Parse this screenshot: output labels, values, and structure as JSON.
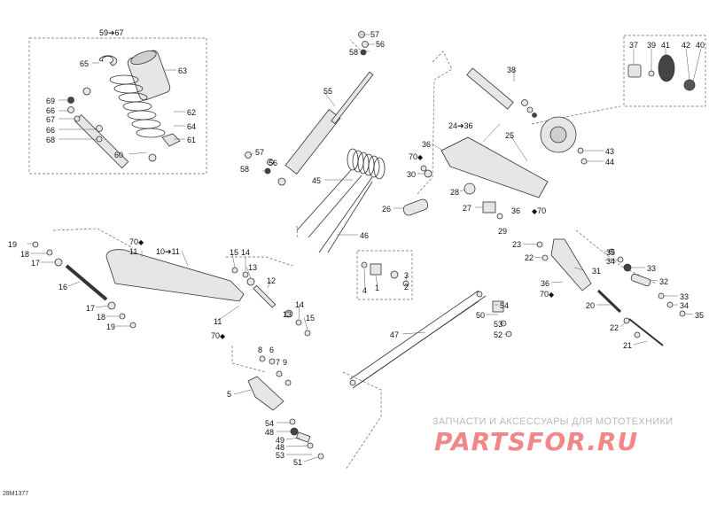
{
  "diagram": {
    "drawing_code": "28M1377",
    "watermark_ru": "ЗАПЧАСТИ И АКСЕССУАРЫ ДЛЯ МОТОТЕХНИКИ",
    "watermark_logo": "PARTSFOR.RU",
    "oil_symbol": "◆",
    "colors": {
      "line": "#333333",
      "dash": "#666666",
      "part_fill": "#e6e6e6",
      "part_dark": "#444444",
      "logo": "#f16a6a",
      "watermark": "#b9b9b9"
    },
    "callouts": [
      {
        "id": "c59",
        "label": "59➔67"
      },
      {
        "id": "c65",
        "label": "65"
      },
      {
        "id": "c63",
        "label": "63"
      },
      {
        "id": "c69",
        "label": "69"
      },
      {
        "id": "c66a",
        "label": "66"
      },
      {
        "id": "c67",
        "label": "67"
      },
      {
        "id": "c66b",
        "label": "66"
      },
      {
        "id": "c68",
        "label": "68"
      },
      {
        "id": "c62",
        "label": "62"
      },
      {
        "id": "c64",
        "label": "64"
      },
      {
        "id": "c61",
        "label": "61"
      },
      {
        "id": "c60",
        "label": "60"
      },
      {
        "id": "c57a",
        "label": "57"
      },
      {
        "id": "c56a",
        "label": "56"
      },
      {
        "id": "c58a",
        "label": "58"
      },
      {
        "id": "c55",
        "label": "55"
      },
      {
        "id": "c57b",
        "label": "57"
      },
      {
        "id": "c56b",
        "label": "56"
      },
      {
        "id": "c58b",
        "label": "58"
      },
      {
        "id": "c45",
        "label": "45"
      },
      {
        "id": "c26",
        "label": "26"
      },
      {
        "id": "c46",
        "label": "46"
      },
      {
        "id": "c38",
        "label": "38"
      },
      {
        "id": "c37",
        "label": "37"
      },
      {
        "id": "c39",
        "label": "39"
      },
      {
        "id": "c41",
        "label": "41"
      },
      {
        "id": "c42",
        "label": "42"
      },
      {
        "id": "c40",
        "label": "40"
      },
      {
        "id": "c24",
        "label": "24➔36"
      },
      {
        "id": "c25",
        "label": "25"
      },
      {
        "id": "c36a",
        "label": "36"
      },
      {
        "id": "c70a",
        "label": "70"
      },
      {
        "id": "c30",
        "label": "30"
      },
      {
        "id": "c28",
        "label": "28"
      },
      {
        "id": "c27",
        "label": "27"
      },
      {
        "id": "c36b",
        "label": "36"
      },
      {
        "id": "c70b",
        "label": "70"
      },
      {
        "id": "c29",
        "label": "29"
      },
      {
        "id": "c43",
        "label": "43"
      },
      {
        "id": "c44",
        "label": "44"
      },
      {
        "id": "c19a",
        "label": "19"
      },
      {
        "id": "c18a",
        "label": "18"
      },
      {
        "id": "c17a",
        "label": "17"
      },
      {
        "id": "c16",
        "label": "16"
      },
      {
        "id": "c17b",
        "label": "17"
      },
      {
        "id": "c18b",
        "label": "18"
      },
      {
        "id": "c19b",
        "label": "19"
      },
      {
        "id": "c70c",
        "label": "70"
      },
      {
        "id": "c11a",
        "label": "11"
      },
      {
        "id": "c10",
        "label": "10➔11"
      },
      {
        "id": "c15a",
        "label": "15"
      },
      {
        "id": "c14a",
        "label": "14"
      },
      {
        "id": "c13",
        "label": "13"
      },
      {
        "id": "c12",
        "label": "12"
      },
      {
        "id": "c13b",
        "label": "13"
      },
      {
        "id": "c14b",
        "label": "14"
      },
      {
        "id": "c15b",
        "label": "15"
      },
      {
        "id": "c11b",
        "label": "11"
      },
      {
        "id": "c70d",
        "label": "70"
      },
      {
        "id": "c4",
        "label": "4"
      },
      {
        "id": "c1",
        "label": "1"
      },
      {
        "id": "c3",
        "label": "3"
      },
      {
        "id": "c2",
        "label": "2"
      },
      {
        "id": "c23",
        "label": "23"
      },
      {
        "id": "c22a",
        "label": "22"
      },
      {
        "id": "c35a",
        "label": "35"
      },
      {
        "id": "c34a",
        "label": "34"
      },
      {
        "id": "c33a",
        "label": "33"
      },
      {
        "id": "c31",
        "label": "31"
      },
      {
        "id": "c36c",
        "label": "36"
      },
      {
        "id": "c70e",
        "label": "70"
      },
      {
        "id": "c32",
        "label": "32"
      },
      {
        "id": "c33b",
        "label": "33"
      },
      {
        "id": "c34b",
        "label": "34"
      },
      {
        "id": "c35b",
        "label": "35"
      },
      {
        "id": "c20",
        "label": "20"
      },
      {
        "id": "c22b",
        "label": "22"
      },
      {
        "id": "c21",
        "label": "21"
      },
      {
        "id": "c47",
        "label": "47"
      },
      {
        "id": "c54a",
        "label": "54"
      },
      {
        "id": "c50",
        "label": "50"
      },
      {
        "id": "c53a",
        "label": "53"
      },
      {
        "id": "c52",
        "label": "52"
      },
      {
        "id": "c8",
        "label": "8"
      },
      {
        "id": "c6",
        "label": "6"
      },
      {
        "id": "c7",
        "label": "7"
      },
      {
        "id": "c9",
        "label": "9"
      },
      {
        "id": "c5",
        "label": "5"
      },
      {
        "id": "c54b",
        "label": "54"
      },
      {
        "id": "c48a",
        "label": "48"
      },
      {
        "id": "c49",
        "label": "49"
      },
      {
        "id": "c48b",
        "label": "48"
      },
      {
        "id": "c53b",
        "label": "53"
      },
      {
        "id": "c51",
        "label": "51"
      }
    ]
  }
}
